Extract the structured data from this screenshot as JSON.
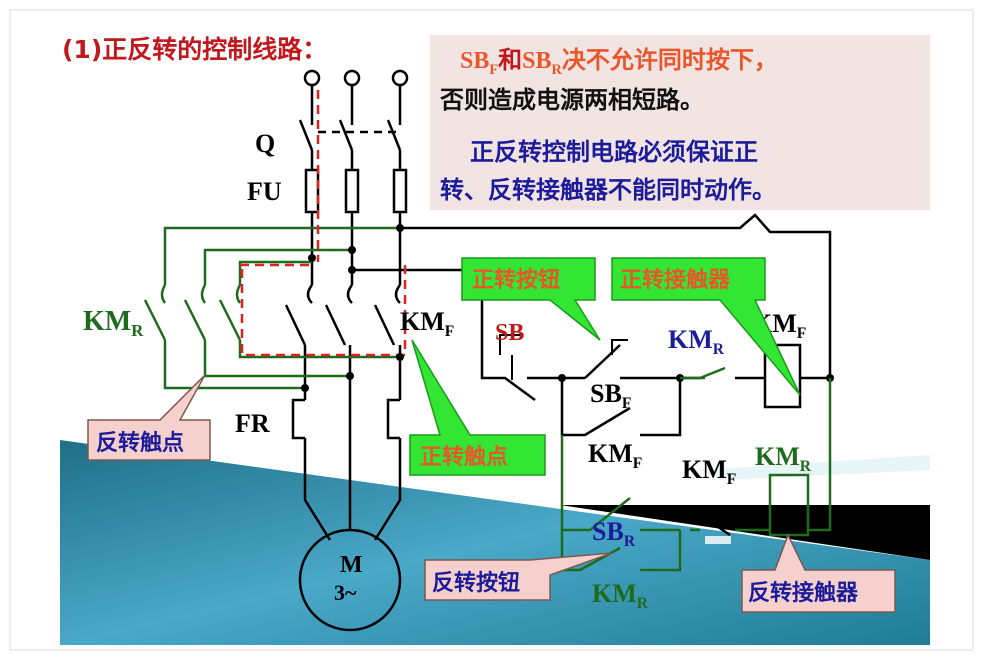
{
  "title": "(1)正反转的控制线路：",
  "note": {
    "line1": {
      "sb1": "SB",
      "sub1": "F",
      "and": "和",
      "sb2": "SB",
      "sub2": "R",
      "rest": "决不允许同时按下，"
    },
    "line2": "否则造成电源两相短路。",
    "line3": "正反转控制电路必须保证正",
    "line4": "转、反转接触器不能同时动作。"
  },
  "labels": {
    "q": "Q",
    "fu": "FU",
    "fr": "FR",
    "motor_m": "M",
    "motor_phase": "3~",
    "km": "KM",
    "f": "F",
    "r": "R",
    "sb": "SB"
  },
  "callouts": {
    "reverse_contact": "反转触点",
    "forward_contact": "正转触点",
    "forward_button": "正转按钮",
    "forward_contactor": "正转接触器",
    "reverse_button": "反转按钮",
    "reverse_contactor": "反转接触器"
  },
  "colors": {
    "title": "#c0181c",
    "orange": "#e8562a",
    "blue": "#1c1c9a",
    "green": "#1e6b1e",
    "callout_green": "#33e633",
    "callout_pink": "#f6d0cc"
  }
}
